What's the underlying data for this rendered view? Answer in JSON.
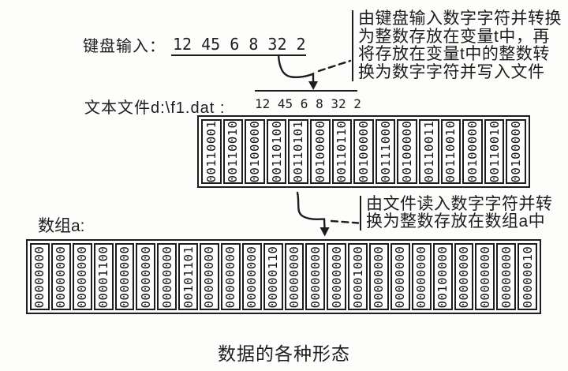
{
  "figure": {
    "keyboard": {
      "label": "键盘输入：",
      "value": "12 45 6 8 32 2"
    },
    "annotation_top": {
      "text": "由键盘输入数字字符并转换\n为整数存放在变量t中，再\n将存放在变量t中的整数转\n换为数字字符并写入文件"
    },
    "file": {
      "label": "文本文件d:\\f1.dat :",
      "value": "12 45 6 8 32 2"
    },
    "file_bytes": [
      "00110001",
      "00110010",
      "00100000",
      "00110100",
      "00110101",
      "00100000",
      "00110110",
      "00100000",
      "00111000",
      "00100000",
      "00110011",
      "00110010",
      "00100000",
      "00110010",
      "00100000"
    ],
    "annotation_bottom": {
      "text": "由文件读入数字字符并转\n换为整数存放在数组a中"
    },
    "array": {
      "label": "数组a:",
      "values": [
        12,
        45,
        6,
        8,
        32,
        2
      ]
    },
    "array_bytes": [
      "00000000",
      "00000000",
      "00000000",
      "00001100",
      "00000000",
      "00000000",
      "00000000",
      "00101101",
      "00000000",
      "00000000",
      "00000000",
      "00000110",
      "00000000",
      "00000000",
      "00000000",
      "00001000",
      "00000000",
      "00000000",
      "00000000",
      "00100000",
      "00000000",
      "00000000",
      "00000000",
      "00000010"
    ],
    "caption": "数据的各种形态",
    "colors": {
      "ink": "#1d1d1d",
      "background": "#fdfdfc"
    }
  }
}
